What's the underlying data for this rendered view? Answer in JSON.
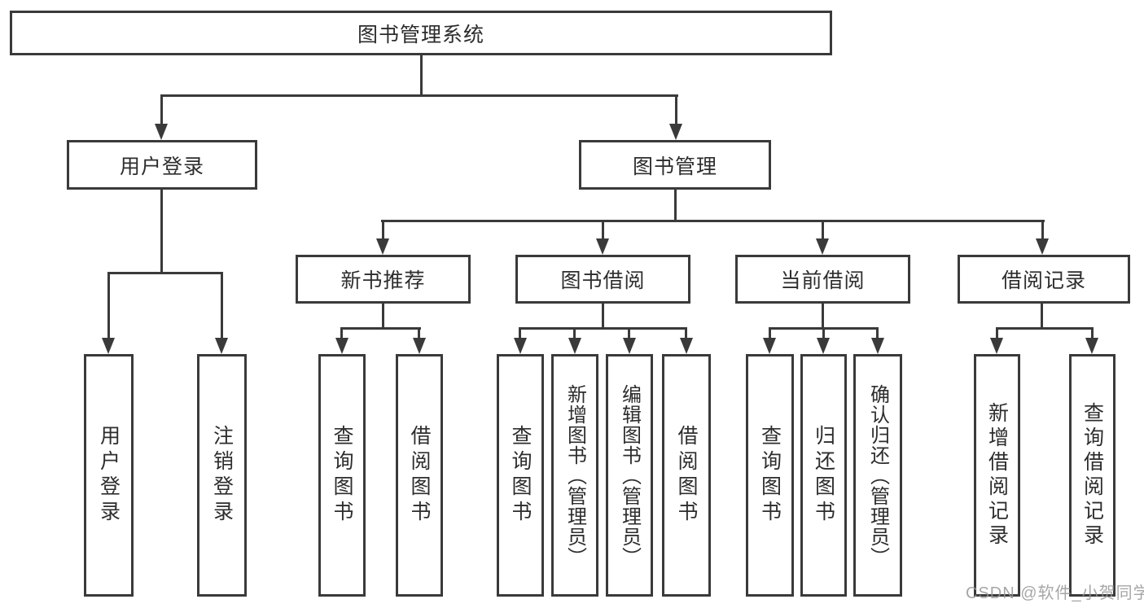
{
  "colors": {
    "line": "#3a3a3a",
    "box_border": "#3a3a3a",
    "box_bg": "#ffffff",
    "text": "#2d2d2d",
    "watermark": "#969696"
  },
  "tree": {
    "root": {
      "label": "图书管理系统",
      "children": [
        {
          "label": "用户登录",
          "children": [
            {
              "label": "用户登录"
            },
            {
              "label": "注销登录"
            }
          ]
        },
        {
          "label": "图书管理",
          "children": [
            {
              "label": "新书推荐",
              "children": [
                {
                  "label": "查询图书"
                },
                {
                  "label": "借阅图书"
                }
              ]
            },
            {
              "label": "图书借阅",
              "children": [
                {
                  "label": "查询图书"
                },
                {
                  "label": "新增图书（管理员）"
                },
                {
                  "label": "编辑图书（管理员）"
                },
                {
                  "label": "借阅图书"
                }
              ]
            },
            {
              "label": "当前借阅",
              "children": [
                {
                  "label": "查询图书"
                },
                {
                  "label": "归还图书"
                },
                {
                  "label": "确认归还（管理员）"
                }
              ]
            },
            {
              "label": "借阅记录",
              "children": [
                {
                  "label": "新增借阅记录"
                },
                {
                  "label": "查询借阅记录"
                }
              ]
            }
          ]
        }
      ]
    }
  },
  "watermark": {
    "text": "CSDN @软件_小贺同学"
  }
}
